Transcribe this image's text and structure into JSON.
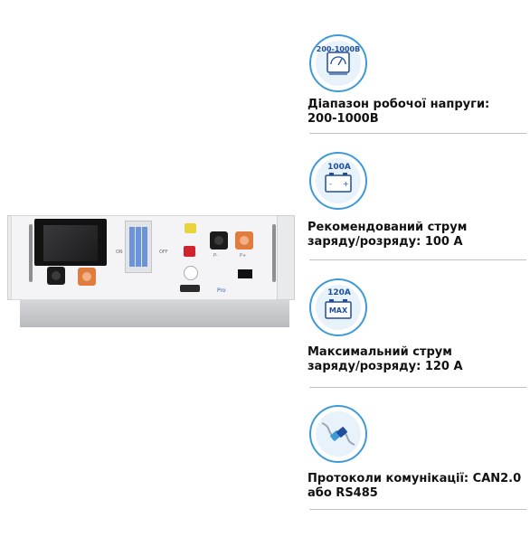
{
  "product": {
    "switch_on_label": "ON",
    "switch_off_label": "OFF",
    "terminal_neg_label": "P-",
    "terminal_pos_label": "P+",
    "brand_label": "Pro"
  },
  "features": [
    {
      "badge": "200-1000В",
      "icon": "voltmeter-icon",
      "title": "Діапазон робочої напруги:\n200-1000В"
    },
    {
      "badge": "100А",
      "icon": "battery-icon",
      "title": "Рекомендований струм\nзаряду/розряду: 100 А"
    },
    {
      "badge": "120А",
      "icon": "battery-max-icon",
      "badge2": "MAX",
      "title": "Максимальний струм\nзаряду/розряду: 120 А"
    },
    {
      "icon": "plug-connection-icon",
      "title": "Протоколи комунікації: CAN2.0\nабо RS485"
    }
  ],
  "colors": {
    "accent": "#3e9ad6",
    "badge_text": "#1f4e9c",
    "orange_terminal": "#e07c3e"
  }
}
